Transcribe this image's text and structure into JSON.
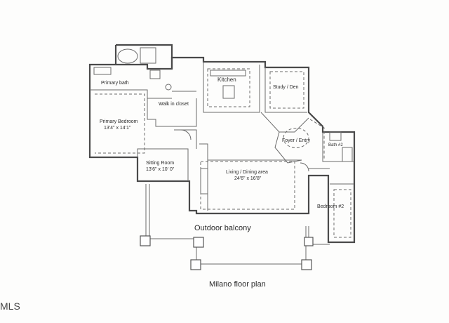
{
  "plan": {
    "title": "Milano floor plan",
    "rooms": {
      "primary_bath": "Primary bath",
      "kitchen": "Kitchen",
      "study": "Study / Den",
      "walk_in_closet": "Walk in closet",
      "primary_bedroom": "Primary Bedroom",
      "primary_bedroom_dims": "13'4\" x 14'1\"",
      "foyer": "Foyer / Entry",
      "bath2": "Bath #2",
      "sitting_room": "Sitting Room",
      "sitting_room_dims": "13'6\" x 10' 0\"",
      "living": "Living / Dining area",
      "living_dims": "24'6\" x 16'8\"",
      "bedroom2": "Bedroom #2",
      "balcony": "Outdoor balcony"
    }
  },
  "watermark": "MLS"
}
